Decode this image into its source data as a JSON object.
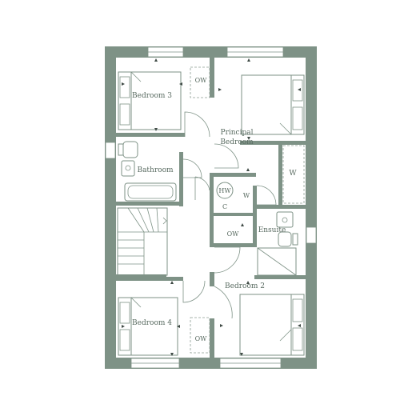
{
  "plan": {
    "rooms": {
      "bedroom3": "Bedroom 3",
      "principal_line1": "Principal",
      "principal_line2": "Bedroom",
      "bathroom": "Bathroom",
      "ensuite": "Ensuite",
      "bedroom2": "Bedroom 2",
      "bedroom4": "Bedroom 4"
    },
    "labels": {
      "ow_top": "OW",
      "ow_mid": "OW",
      "ow_bottom": "OW",
      "w_right": "W",
      "w_small": "W",
      "hw": "HW",
      "c": "C"
    }
  },
  "colors": {
    "wall": "#7e9286",
    "text": "#586a60",
    "arrow": "#3f4a45",
    "background": "#ffffff"
  }
}
